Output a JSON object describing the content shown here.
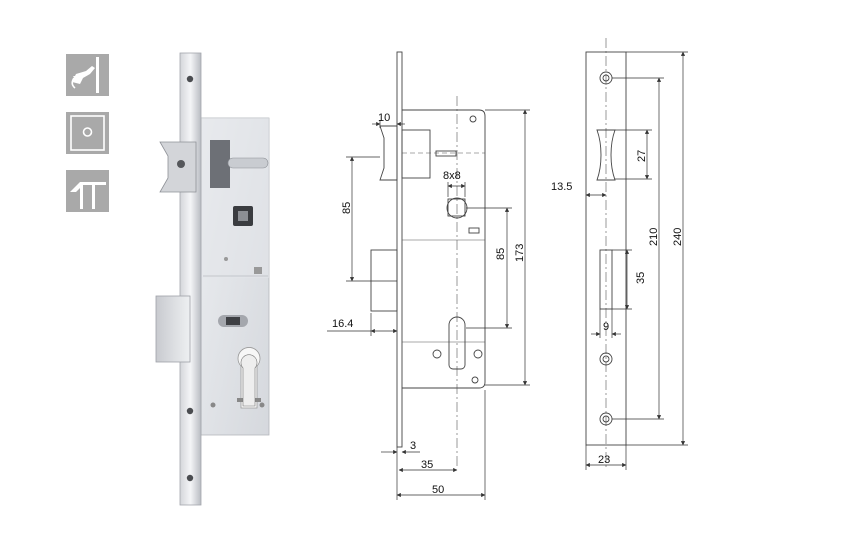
{
  "icons": [
    "door-handle-icon",
    "cylinder-icon",
    "door-frame-icon"
  ],
  "front_view": {
    "dimensions": {
      "latch_width": "10",
      "square_spindle": "8x8",
      "handle_to_cylinder": "85",
      "spindle_to_cylinder": "85",
      "case_height": "173",
      "bolt_projection": "16.4",
      "faceplate_thickness": "3",
      "backset": "35",
      "case_depth": "50"
    }
  },
  "faceplate_view": {
    "dimensions": {
      "latch_opening_height": "27",
      "latch_offset": "13.5",
      "hole_spacing": "210",
      "faceplate_length": "240",
      "bolt_opening_height": "35",
      "bolt_opening_width": "9",
      "faceplate_width": "23"
    }
  }
}
